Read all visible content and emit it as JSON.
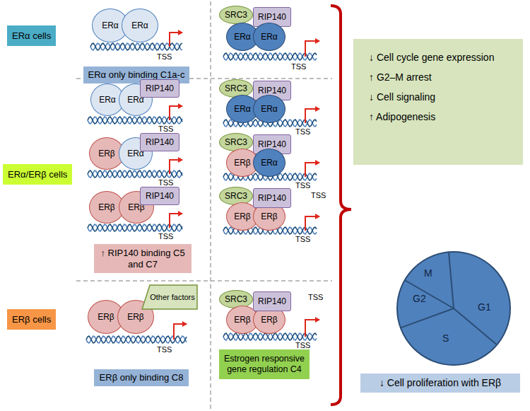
{
  "diagram": {
    "nodes": [
      {
        "text": [
          "ERα cells"
        ]
      },
      {
        "text": [
          "ERα"
        ]
      },
      {
        "text": [
          "ERα"
        ]
      },
      {
        "text": [
          "ERα only binding C1a-c"
        ]
      },
      {
        "text": [
          "SRC3"
        ]
      },
      {
        "text": [
          "RIP140"
        ]
      },
      {
        "text": [
          "ERα"
        ]
      },
      {
        "text": [
          "ERα"
        ]
      },
      {
        "text": [
          "ERα/ERβ cells"
        ]
      },
      {
        "text": [
          "ERα"
        ]
      },
      {
        "text": [
          "ERα"
        ]
      },
      {
        "text": [
          "RIP140"
        ]
      },
      {
        "text": [
          "SRC3"
        ]
      },
      {
        "text": [
          "RIP140"
        ]
      },
      {
        "text": [
          "ERα"
        ]
      },
      {
        "text": [
          "ERα"
        ]
      },
      {
        "text": [
          "ERβ"
        ]
      },
      {
        "text": [
          "ERα"
        ]
      },
      {
        "text": [
          "RIP140"
        ]
      },
      {
        "text": [
          "SRC3"
        ]
      },
      {
        "text": [
          "RIP140"
        ]
      },
      {
        "text": [
          "ERβ"
        ]
      },
      {
        "text": [
          "ERα"
        ]
      },
      {
        "text": [
          "ERβ"
        ]
      },
      {
        "text": [
          "ERβ"
        ]
      },
      {
        "text": [
          "RIP140"
        ]
      },
      {
        "text": [
          "SRC3"
        ]
      },
      {
        "text": [
          "ERβ"
        ]
      },
      {
        "text": [
          "ERβ"
        ]
      },
      {
        "text": [
          "RIP140"
        ]
      },
      {
        "text": [
          "↑ RIP140 binding C5 and C7"
        ]
      },
      {
        "text": [
          "ERβ cells"
        ]
      },
      {
        "text": [
          "ERβ"
        ]
      },
      {
        "text": [
          "ERβ"
        ]
      },
      {
        "text": [
          "Other factors"
        ]
      },
      {
        "text": [
          "SRC3"
        ]
      },
      {
        "text": [
          "ERβ"
        ]
      },
      {
        "text": [
          "ERβ"
        ]
      },
      {
        "text": [
          "RIP140"
        ]
      },
      {
        "text": [
          "ERβ only binding C8"
        ]
      },
      {
        "text": [
          "Estrogen responsive gene regulation C4"
        ]
      },
      {
        "text": [
          "↓ Cell cycle gene expression",
          "↑ G2–M arrest",
          "↓ Cell signaling",
          "↑ Adipogenesis"
        ]
      },
      {
        "text": [
          "↓ Cell proliferation with ERβ"
        ]
      }
    ],
    "labels": [
      "TSS",
      "TSS",
      "TSS",
      "TSS",
      "TSS",
      "TSS",
      "TSS",
      "TSS",
      "TSS",
      "TSS",
      "TSS",
      "TSS",
      "M",
      "G2",
      "G1",
      "S"
    ]
  }
}
